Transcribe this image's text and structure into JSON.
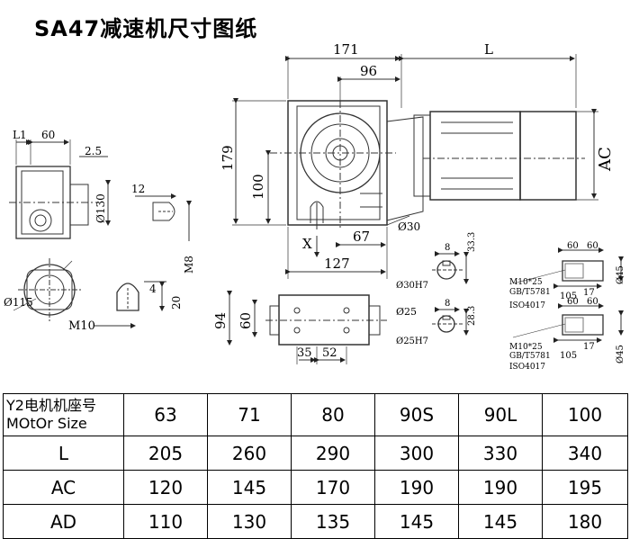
{
  "title": "SA47减速机尺寸图纸",
  "dims": {
    "top_171": "171",
    "top_L": "L",
    "top_96": "96",
    "left_179": "179",
    "left_100": "100",
    "right_AC": "AC",
    "bottom_30": "Ø30",
    "bottom_X": "X",
    "bottom_67": "67",
    "bottom_127": "127",
    "side_L1": "L1",
    "side_60": "60",
    "side_2_5": "2.5",
    "side_130": "Ø130",
    "key_12": "12",
    "key_M8": "M8",
    "flange_115": "Ø115",
    "key2_4": "4",
    "key2_20": "20",
    "key2_M10": "M10",
    "plan_94": "94",
    "plan_60": "60",
    "plan_35": "35",
    "plan_52": "52",
    "hole1_8": "8",
    "hole1_33": "33.3",
    "hole1_d": "Ø30H7",
    "hole2_label": "Ø25",
    "hole2_8": "8",
    "hole2_28": "28.3",
    "hole2_d": "Ø25H7",
    "shaft1_60a": "60",
    "shaft1_60b": "60",
    "shaft1_17": "17",
    "shaft1_105": "105",
    "shaft1_d45": "Ø45",
    "shaft1_m": "M10*25",
    "shaft1_gb": "GB/T5781",
    "shaft1_iso": "ISO4017",
    "shaft2_60a": "60",
    "shaft2_60b": "60",
    "shaft2_17": "17",
    "shaft2_105": "105",
    "shaft2_d45": "Ø45",
    "shaft2_m": "M10*25",
    "shaft2_gb": "GB/T5781",
    "shaft2_iso": "ISO4017"
  },
  "table": {
    "header_line1": "Y2电机机座号",
    "header_line2": "MOtOr Size",
    "sizes": [
      "63",
      "71",
      "80",
      "90S",
      "90L",
      "100"
    ],
    "rows": [
      {
        "label": "L",
        "values": [
          "205",
          "260",
          "290",
          "300",
          "330",
          "340"
        ]
      },
      {
        "label": "AC",
        "values": [
          "120",
          "145",
          "170",
          "190",
          "190",
          "195"
        ]
      },
      {
        "label": "AD",
        "values": [
          "110",
          "130",
          "135",
          "145",
          "145",
          "180"
        ]
      }
    ]
  },
  "colors": {
    "line": "#333333",
    "hatch": "#777777"
  }
}
